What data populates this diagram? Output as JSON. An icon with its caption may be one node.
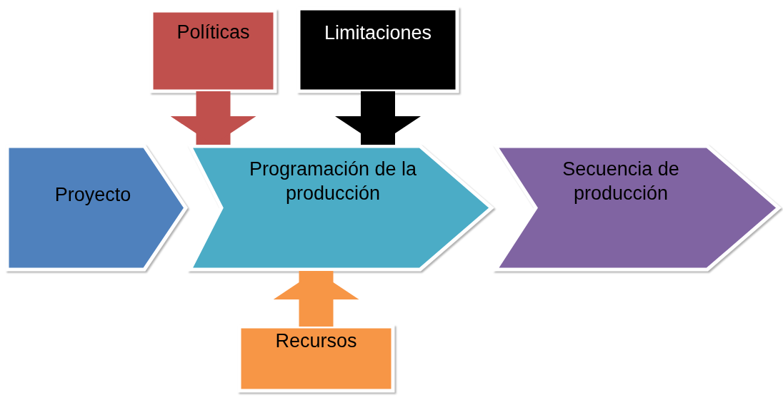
{
  "diagram": {
    "nodes": [
      {
        "text": [
          "Proyecto"
        ]
      },
      {
        "text": [
          "Programación de la producción"
        ]
      },
      {
        "text": [
          "Secuencia de producción"
        ]
      },
      {
        "text": [
          "Políticas"
        ]
      },
      {
        "text": [
          "Limitaciones"
        ]
      },
      {
        "text": [
          "Recursos"
        ]
      }
    ],
    "edges": [
      {
        "from": 3,
        "to": 1,
        "arrow": "to",
        "color": "#c0504d"
      },
      {
        "from": 4,
        "to": 1,
        "arrow": "to",
        "color": "#000000"
      },
      {
        "from": 5,
        "to": 1,
        "arrow": "to",
        "color": "#f79646"
      }
    ]
  }
}
